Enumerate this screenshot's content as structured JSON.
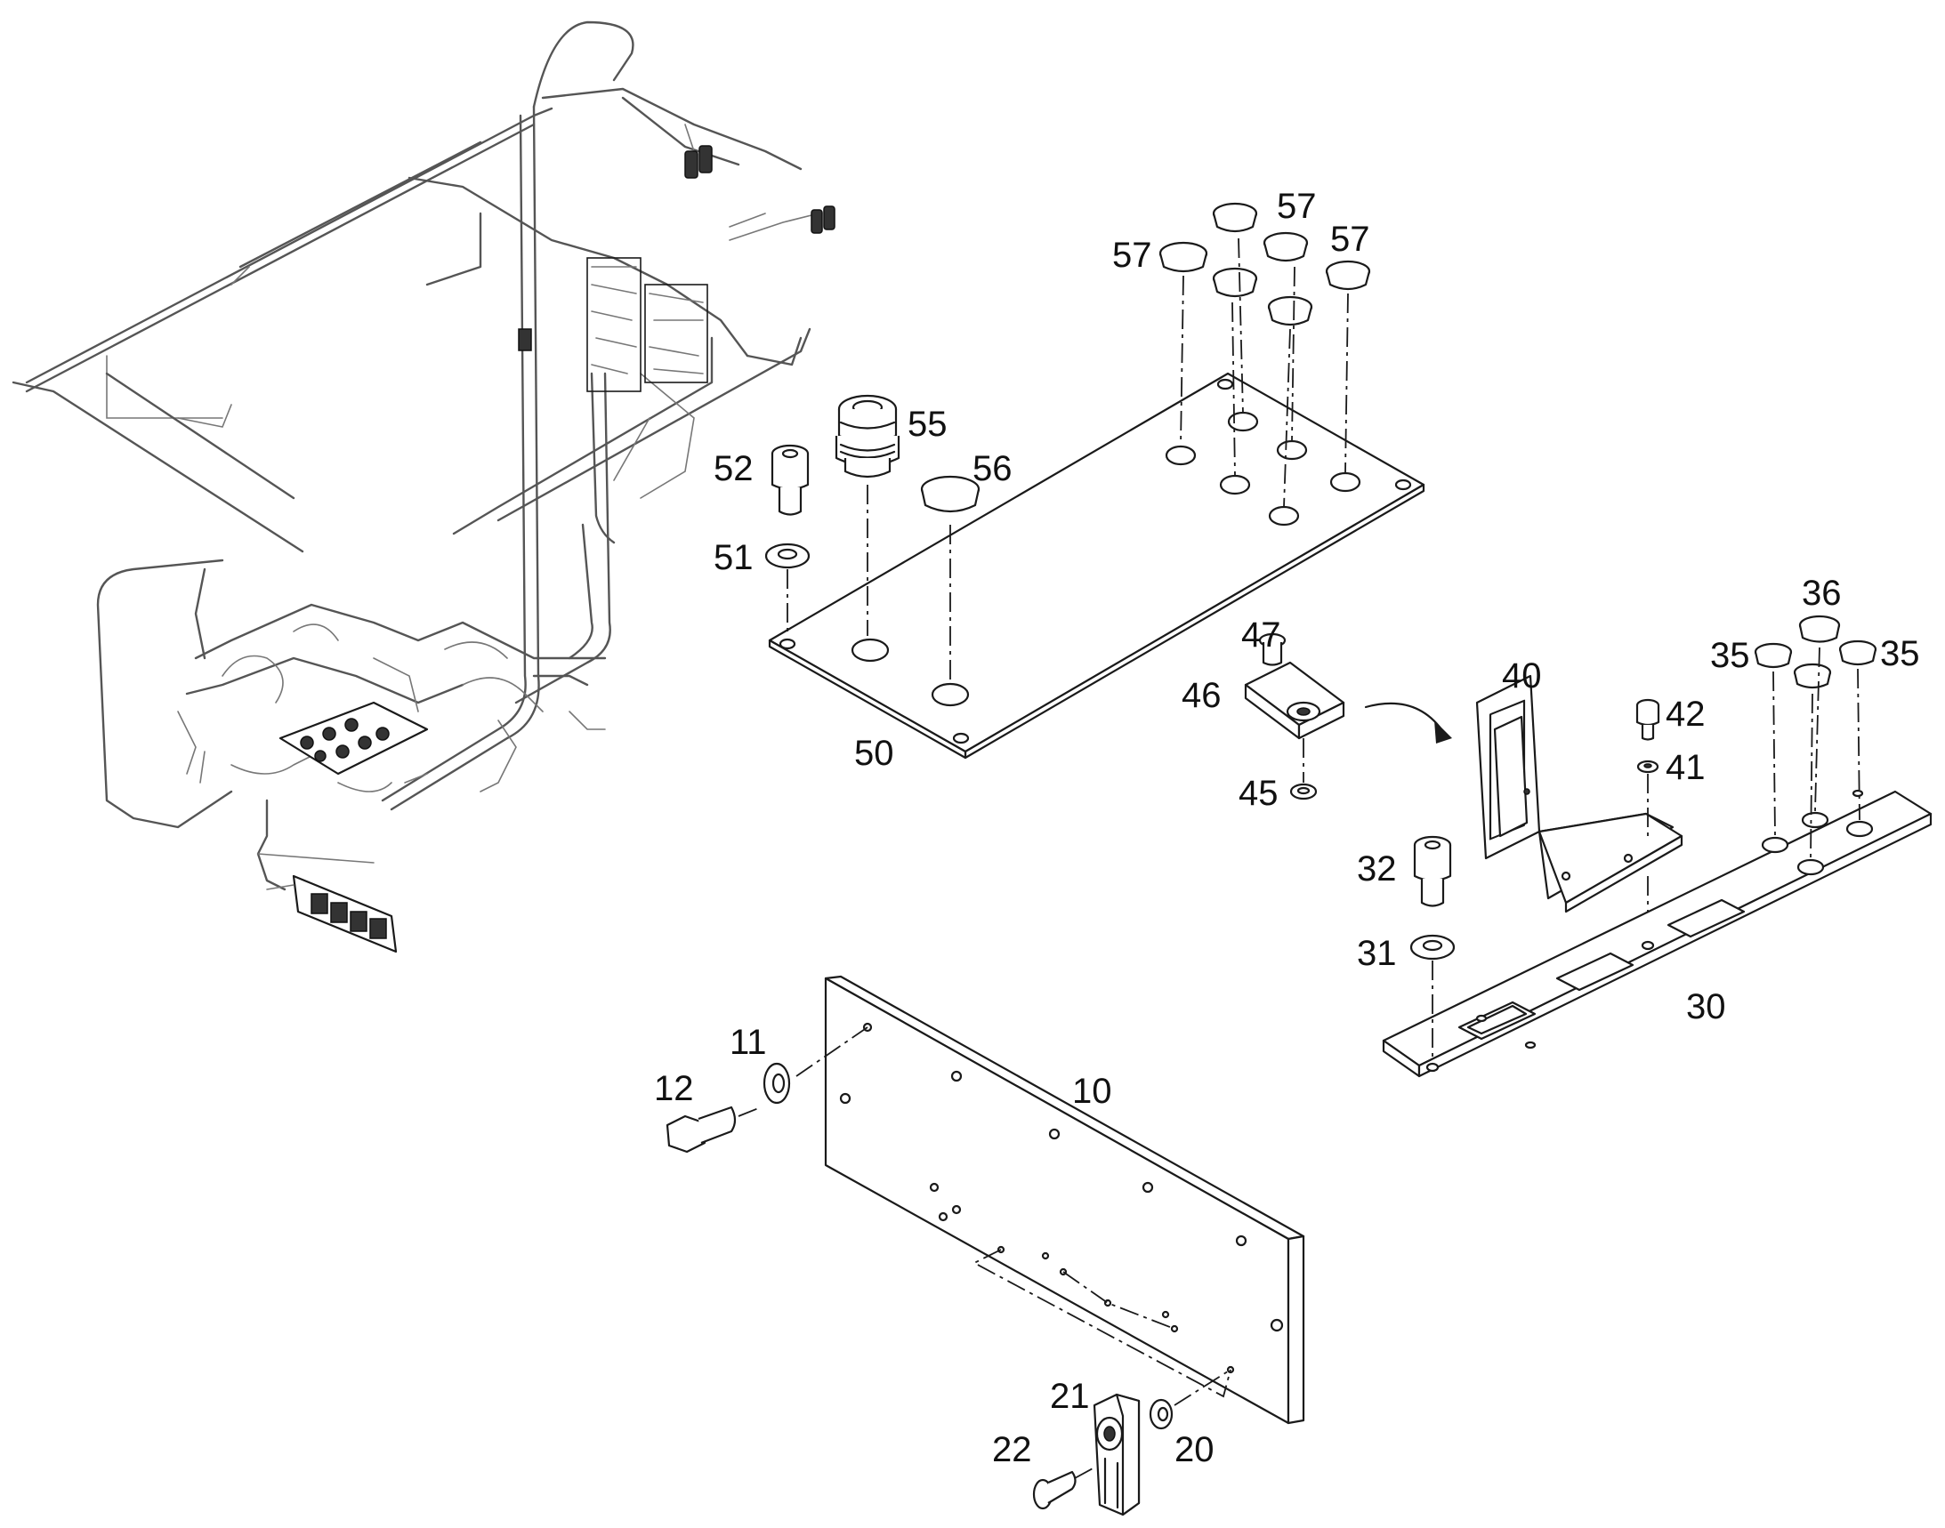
{
  "labels": {
    "l57a": "57",
    "l57b": "57",
    "l57c": "57",
    "l55": "55",
    "l52": "52",
    "l56": "56",
    "l51": "51",
    "l50": "50",
    "l47": "47",
    "l46": "46",
    "l45": "45",
    "l40": "40",
    "l42": "42",
    "l41": "41",
    "l36": "36",
    "l35a": "35",
    "l35b": "35",
    "l32": "32",
    "l31": "31",
    "l30": "30",
    "l11": "11",
    "l12": "12",
    "l10": "10",
    "l21": "21",
    "l22": "22",
    "l20": "20"
  }
}
